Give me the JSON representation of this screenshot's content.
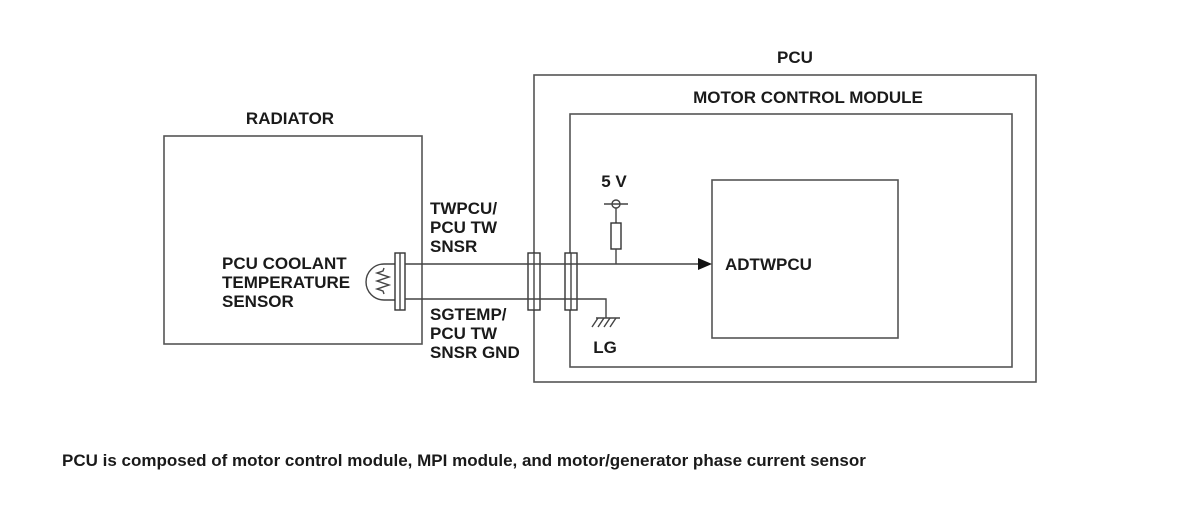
{
  "labels": {
    "pcu": "PCU",
    "motor_control_module": "MOTOR CONTROL MODULE",
    "radiator": "RADIATOR",
    "sensor": [
      "PCU COOLANT",
      "TEMPERATURE",
      "SENSOR"
    ],
    "signal_wire": [
      "TWPCU/",
      "PCU TW",
      "SNSR"
    ],
    "ground_wire": [
      "SGTEMP/",
      "PCU TW",
      "SNSR GND"
    ],
    "supply_voltage": "5 V",
    "input": "ADTWPCU",
    "ground": "LG"
  },
  "footnote": "PCU is composed of motor control module, MPI module, and motor/generator phase current sensor"
}
